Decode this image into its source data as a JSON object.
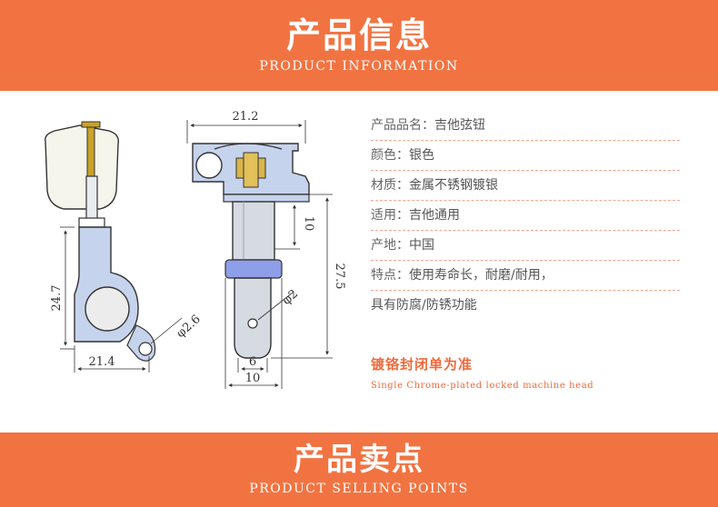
{
  "header": {
    "title_cn": "产品信息",
    "title_en": "PRODUCT INFORMATION",
    "color": "#f27342"
  },
  "specs": [
    {
      "label": "产品品名",
      "value": "吉他弦钮"
    },
    {
      "label": "颜色",
      "value": "银色"
    },
    {
      "label": "材质",
      "value": "金属不锈钢镀银"
    },
    {
      "label": "适用",
      "value": "吉他通用"
    },
    {
      "label": "产地",
      "value": "中国"
    },
    {
      "label": "特点",
      "value": "使用寿命长，耐磨/耐用，"
    }
  ],
  "specs_continued": "具有防腐/防锈功能",
  "feature": {
    "title_cn": "镀铬封闭单为准",
    "title_en": "Single Chrome-plated locked machine head"
  },
  "drawing": {
    "dim_top": "21.2",
    "dim_left_height": "24.7",
    "dim_bottom_left": "21.4",
    "dim_hole": "φ2.6",
    "dim_post_upper": "10",
    "dim_total": "27.5",
    "dim_post_dia": "φ2",
    "dim_post_width": "6",
    "dim_base_width": "10"
  },
  "footer": {
    "title_cn": "产品卖点",
    "title_en": "PRODUCT SELLING POINTS"
  }
}
